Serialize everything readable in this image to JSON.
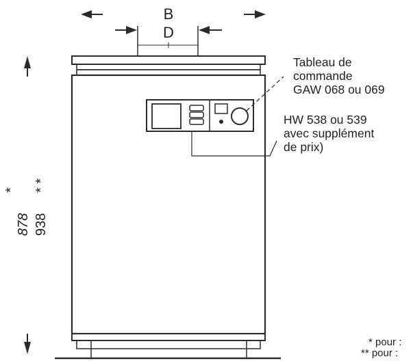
{
  "dimensions": {
    "width_outer": "B",
    "width_inner": "D",
    "height_a": "878",
    "height_a_mark": "*",
    "height_b": "938",
    "height_b_mark": "* *"
  },
  "callouts": {
    "control_panel": [
      "Tableau de",
      "commande",
      "GAW 068 ou 069"
    ],
    "option": [
      "HW 538 ou 539",
      "avec supplément",
      "de prix)"
    ]
  },
  "footnotes": [
    "* pour :",
    "** pour :"
  ],
  "colors": {
    "ink": "#2a2a2a",
    "paper": "#ffffff"
  }
}
